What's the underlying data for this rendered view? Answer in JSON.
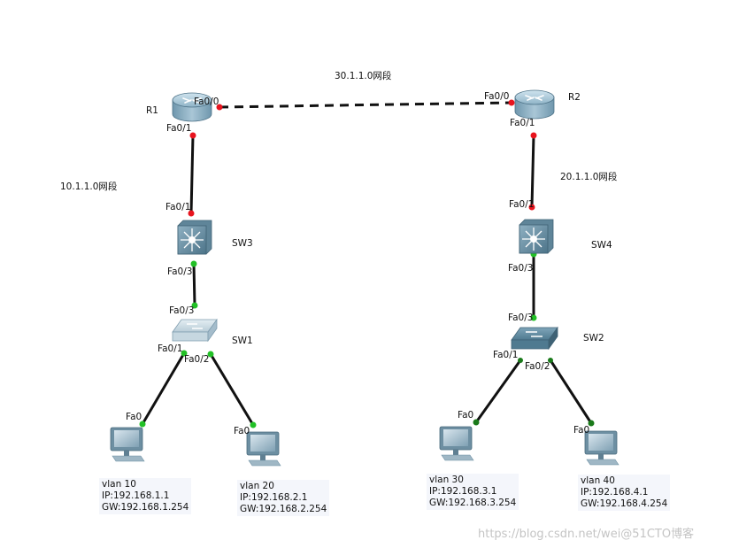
{
  "routers": {
    "r1": {
      "name": "R1",
      "ports": {
        "fa00": "Fa0/0",
        "fa01": "Fa0/1"
      }
    },
    "r2": {
      "name": "R2",
      "ports": {
        "fa00": "Fa0/0",
        "fa01": "Fa0/1"
      }
    }
  },
  "switches": {
    "sw3": {
      "name": "SW3",
      "ports": {
        "fa01": "Fa0/1",
        "fa03": "Fa0/3"
      }
    },
    "sw4": {
      "name": "SW4",
      "ports": {
        "fa01": "Fa0/1",
        "fa03": "Fa0/3"
      }
    },
    "sw1": {
      "name": "SW1",
      "ports": {
        "fa03": "Fa0/3",
        "fa01": "Fa0/1",
        "fa02": "Fa0/2"
      }
    },
    "sw2": {
      "name": "SW2",
      "ports": {
        "fa03": "Fa0/3",
        "fa01": "Fa0/1",
        "fa02": "Fa0/2"
      }
    }
  },
  "networks": {
    "wan": "30.1.1.0网段",
    "left": "10.1.1.0网段",
    "right": "20.1.1.0网段"
  },
  "pcs": [
    {
      "port": "Fa0",
      "vlan": "vlan 10",
      "ip": "IP:192.168.1.1",
      "gw": "GW:192.168.1.254"
    },
    {
      "port": "Fa0",
      "vlan": "vlan 20",
      "ip": "IP:192.168.2.1",
      "gw": "GW:192.168.2.254"
    },
    {
      "port": "Fa0",
      "vlan": "vlan 30",
      "ip": "IP:192.168.3.1",
      "gw": "GW:192.168.3.254"
    },
    {
      "port": "Fa0",
      "vlan": "vlan 40",
      "ip": "IP:192.168.4.1",
      "gw": "GW:192.168.4.254"
    }
  ],
  "link_status_colors": {
    "down": "#e8141e",
    "up": "#22c026",
    "up_dark": "#1a7a1a"
  },
  "watermark": "https://blog.csdn.net/wei@51CTO博客"
}
